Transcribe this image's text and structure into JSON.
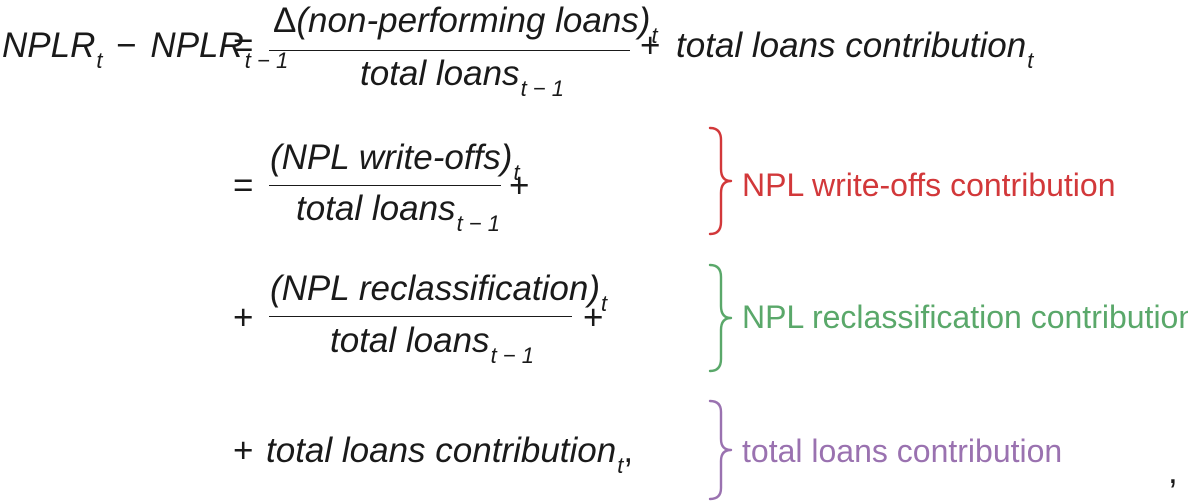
{
  "equation": {
    "lhs": {
      "term1": "NPLR",
      "sub1": "t",
      "minus": "−",
      "term2": "NPLR",
      "sub2": "t − 1"
    },
    "eq": "=",
    "plus": "+",
    "comma": ",",
    "line1": {
      "delta": "Δ",
      "num_text": "(non-performing loans)",
      "num_sub": "t",
      "den_text": "total loans",
      "den_sub": "t − 1",
      "trailing": "total loans contribution",
      "trailing_sub": "t"
    },
    "line2": {
      "num_text": "(NPL write-offs)",
      "num_sub": "t",
      "den_text": "total loans",
      "den_sub": "t − 1"
    },
    "line3": {
      "num_text": "(NPL reclassification)",
      "num_sub": "t",
      "den_text": "total loans",
      "den_sub": "t − 1"
    },
    "line4": {
      "text": "total loans contribution",
      "sub": "t",
      "after": ","
    }
  },
  "labels": {
    "writeoffs": "NPL write-offs contribution",
    "reclass": "NPL reclassification contribution",
    "total": "total loans contribution"
  },
  "colors": {
    "text": "#1a1a1a",
    "red": "#d2383a",
    "green": "#5aa86a",
    "purple": "#9a72b0"
  }
}
